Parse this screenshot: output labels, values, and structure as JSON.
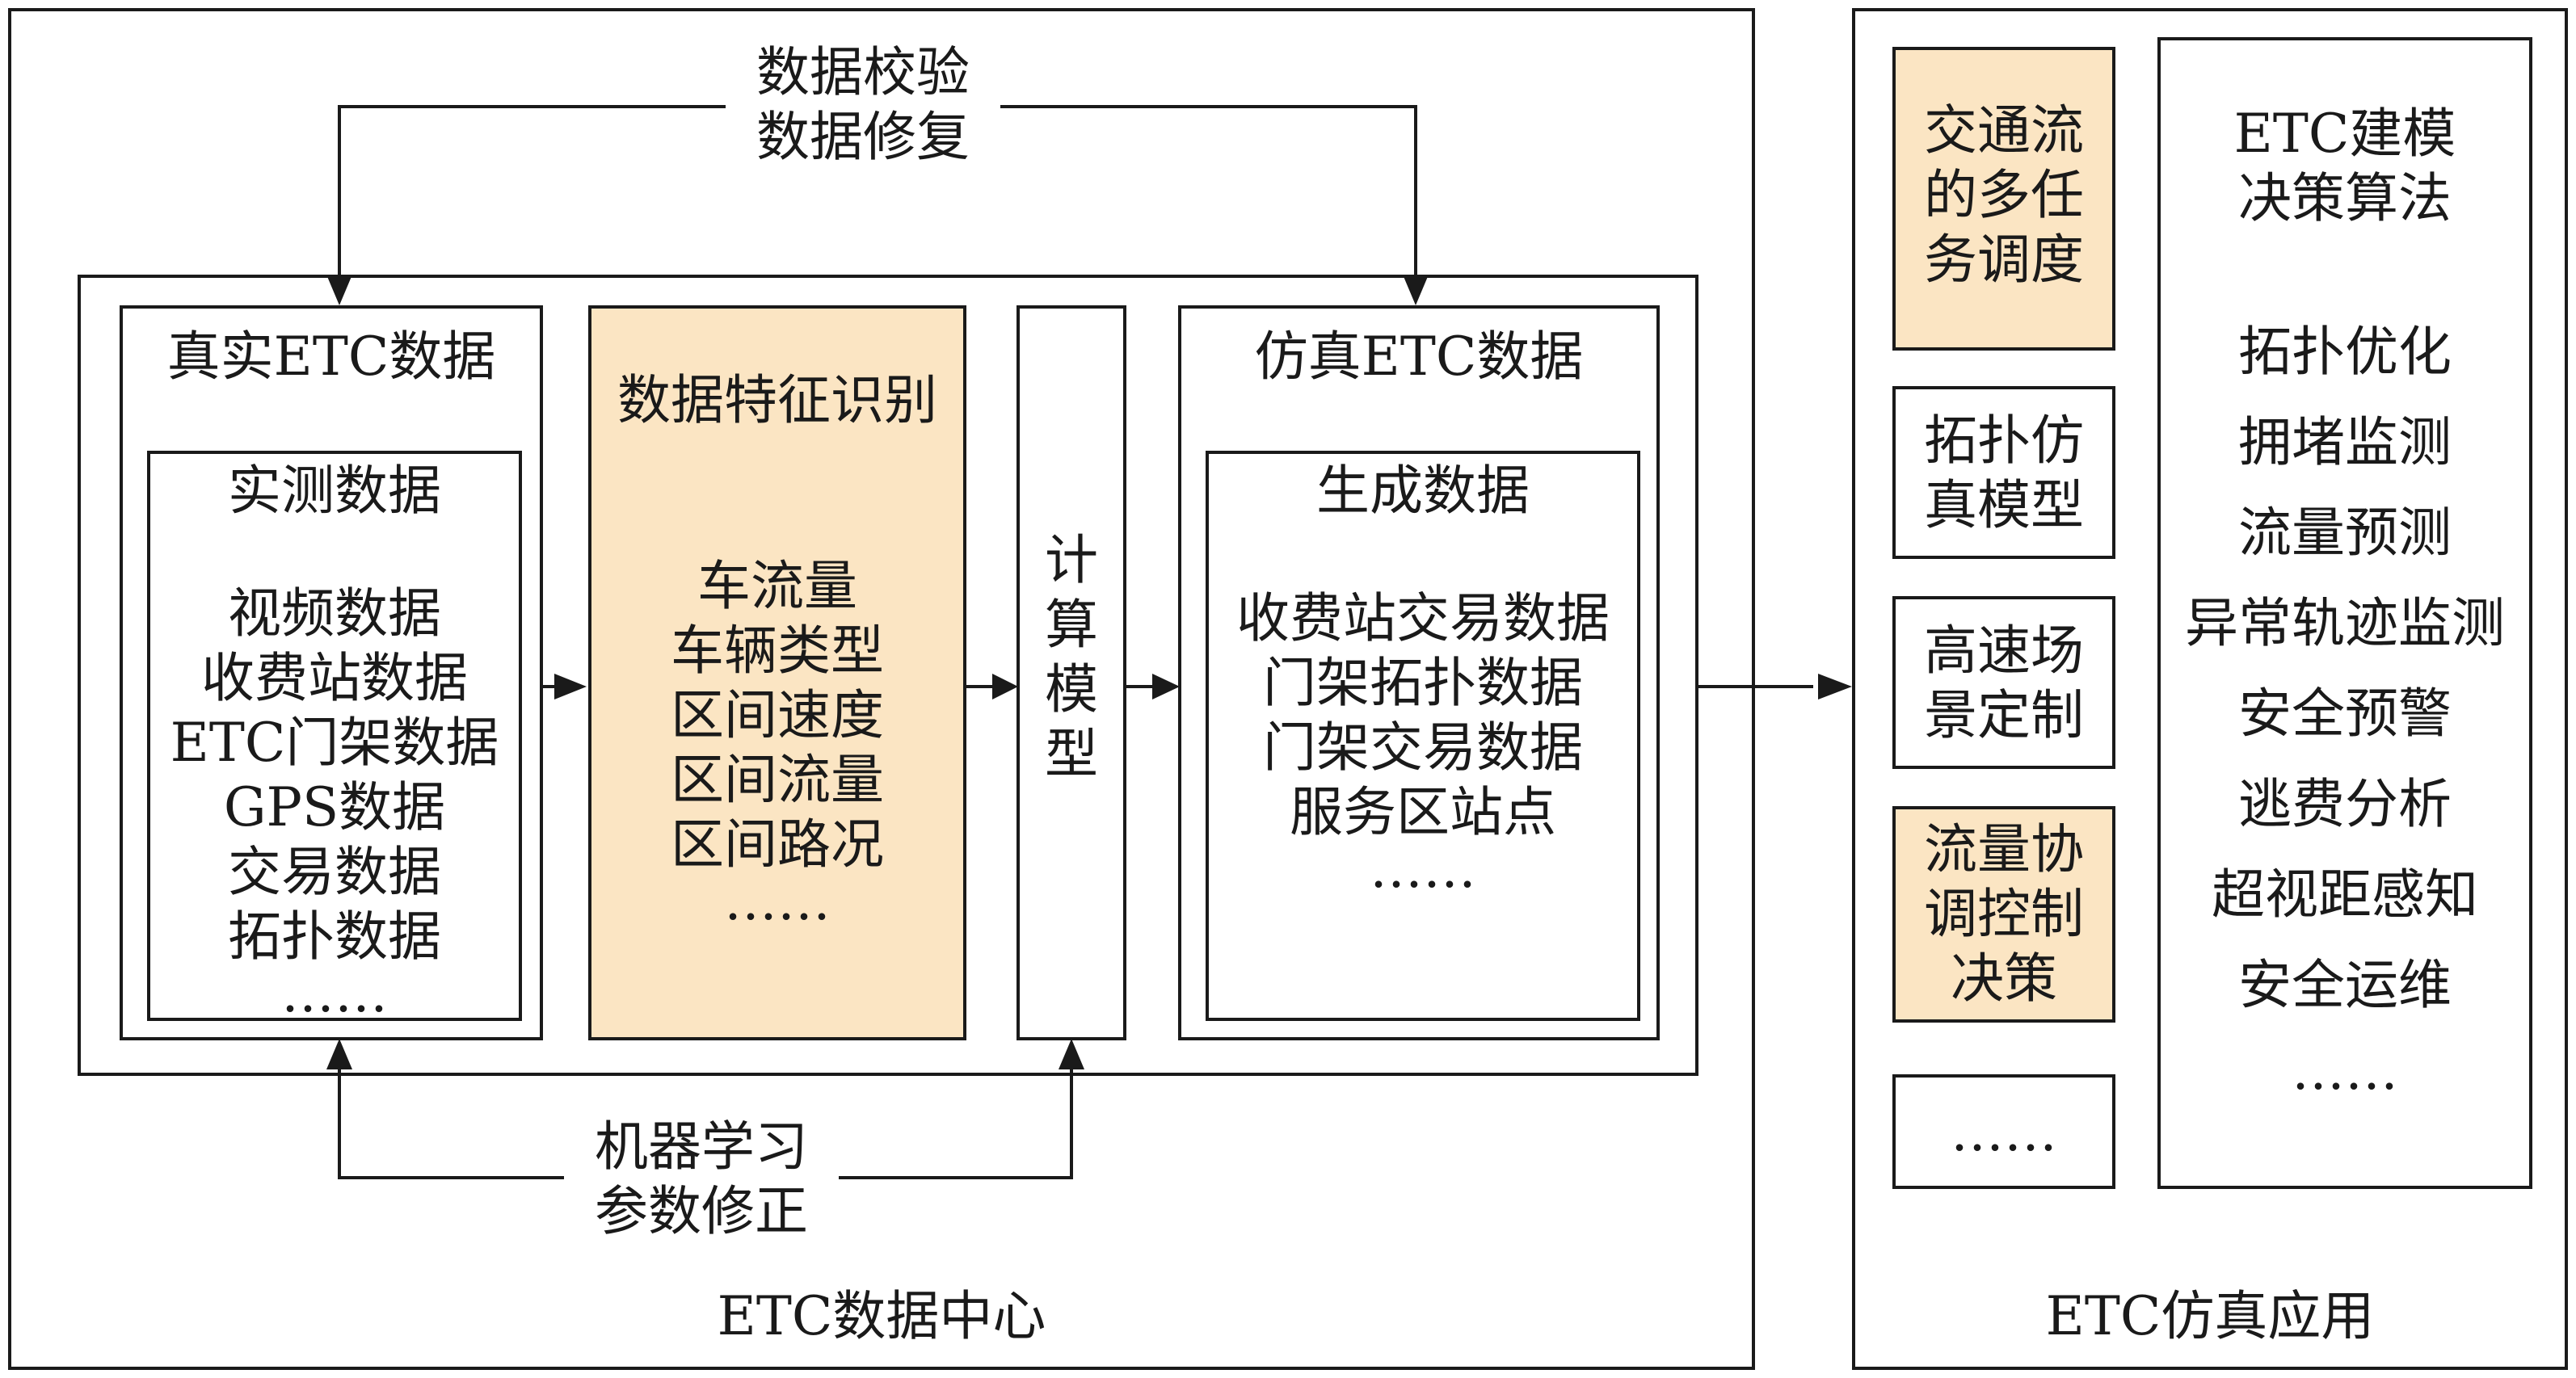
{
  "data_center": {
    "footer": "ETC数据中心",
    "top_loop": [
      "数据校验",
      "数据修复"
    ],
    "bottom_loop": [
      "机器学习",
      "参数修正"
    ],
    "real_data": {
      "title": "真实ETC数据",
      "inner_title": "实测数据",
      "items": [
        "视频数据",
        "收费站数据",
        "ETC门架数据",
        "GPS数据",
        "交易数据",
        "拓扑数据",
        "……"
      ]
    },
    "feature": {
      "title": "数据特征识别",
      "items": [
        "车流量",
        "车辆类型",
        "区间速度",
        "区间流量",
        "区间路况",
        "……"
      ]
    },
    "model": {
      "chars": [
        "计",
        "算",
        "模",
        "型"
      ]
    },
    "sim_data": {
      "title": "仿真ETC数据",
      "inner_title": "生成数据",
      "items": [
        "收费站交易数据",
        "门架拓扑数据",
        "门架交易数据",
        "服务区站点",
        "……"
      ]
    }
  },
  "sim_app": {
    "footer": "ETC仿真应用",
    "modules": [
      {
        "lines": [
          "交通流",
          "的多任",
          "务调度"
        ],
        "highlight": true
      },
      {
        "lines": [
          "拓扑仿",
          "真模型"
        ],
        "highlight": false
      },
      {
        "lines": [
          "高速场",
          "景定制"
        ],
        "highlight": false
      },
      {
        "lines": [
          "流量协",
          "调控制",
          "决策"
        ],
        "highlight": true
      },
      {
        "lines": [
          "……"
        ],
        "highlight": false
      }
    ],
    "algo": {
      "title": [
        "ETC建模",
        "决策算法"
      ],
      "items": [
        "拓扑优化",
        "拥堵监测",
        "流量预测",
        "异常轨迹监测",
        "安全预警",
        "逃费分析",
        "超视距感知",
        "安全运维",
        "……"
      ]
    }
  },
  "colors": {
    "highlight": "#fbe5c3",
    "stroke": "#1a1a1a"
  }
}
